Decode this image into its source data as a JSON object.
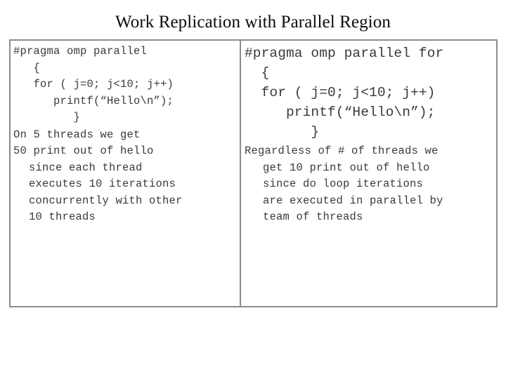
{
  "slide": {
    "title": "Work Replication with Parallel Region",
    "border_color": "#8c8c8c",
    "text_color": "#3a3a3a",
    "title_color": "#0d0d0d",
    "background": "#ffffff"
  },
  "left_cell": {
    "code_lines": [
      "#pragma omp parallel",
      "   {",
      "   for ( j=0; j<10; j++)",
      "      printf(“Hello\\n”);",
      "         }"
    ],
    "note_lines": [
      {
        "text": "On 5 threads we get",
        "indent": false
      },
      {
        "text": "50 print out of hello",
        "indent": false
      },
      {
        "text": "since each thread",
        "indent": true
      },
      {
        "text": "executes 10 iterations",
        "indent": true
      },
      {
        "text": "concurrently with other",
        "indent": true
      },
      {
        "text": "10 threads",
        "indent": true
      }
    ]
  },
  "right_cell": {
    "code_lines": [
      "#pragma omp parallel for",
      "  {",
      "  for ( j=0; j<10; j++)",
      "     printf(“Hello\\n”);",
      "        }"
    ],
    "note_lines": [
      {
        "text": "Regardless of # of threads we",
        "indent": false
      },
      {
        "text": "get 10 print out of hello",
        "indent": true
      },
      {
        "text": "since do loop iterations",
        "indent": true
      },
      {
        "text": "are executed in parallel by",
        "indent": true
      },
      {
        "text": "team of threads",
        "indent": true
      }
    ]
  }
}
